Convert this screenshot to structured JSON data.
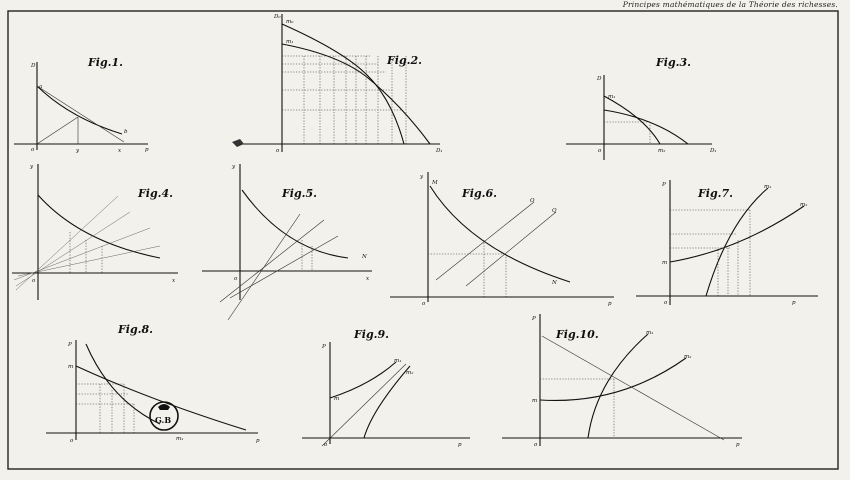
{
  "header": "Principes mathématiques de la Théorie des richesses.",
  "figures": {
    "fig1": {
      "title": "Fig.1."
    },
    "fig2": {
      "title": "Fig.2."
    },
    "fig3": {
      "title": "Fig.3."
    },
    "fig4": {
      "title": "Fig.4."
    },
    "fig5": {
      "title": "Fig.5."
    },
    "fig6": {
      "title": "Fig.6."
    },
    "fig7": {
      "title": "Fig.7."
    },
    "fig8": {
      "title": "Fig.8."
    },
    "fig9": {
      "title": "Fig.9."
    },
    "fig10": {
      "title": "Fig.10."
    }
  },
  "labels": {
    "f1": {
      "D": "D",
      "o": "o",
      "y": "y",
      "x": "x",
      "p": "p",
      "b": "b",
      "a": "a"
    },
    "f2": {
      "D0": "D₀",
      "m0": "m₀",
      "m1": "m₁",
      "D1": "D₁",
      "o": "o"
    },
    "f3": {
      "D": "D",
      "m1": "m₁",
      "m2": "m₂",
      "D1": "D₁",
      "o": "o"
    },
    "f4": {
      "y": "y",
      "o": "o",
      "x": "x"
    },
    "f5": {
      "y": "y",
      "o": "o",
      "x": "x",
      "N": "N"
    },
    "f6": {
      "y": "y",
      "M": "M",
      "O": "O",
      "Q": "Q",
      "N": "N",
      "o": "o",
      "p": "p"
    },
    "f7": {
      "P": "P",
      "m": "m",
      "m1": "m₁",
      "m2": "m₂",
      "o": "o",
      "p": "p"
    },
    "f8": {
      "P": "P",
      "m": "m",
      "m1": "m₁",
      "o": "o",
      "p": "p"
    },
    "f9": {
      "P": "P",
      "m": "m",
      "m1": "m₁",
      "m2": "m₂",
      "o": "o",
      "p": "p"
    },
    "f10": {
      "P": "P",
      "m": "m",
      "m1": "m₁",
      "m2": "m₂",
      "o": "o",
      "p": "p"
    }
  },
  "stamp": {
    "text": "G.B"
  }
}
